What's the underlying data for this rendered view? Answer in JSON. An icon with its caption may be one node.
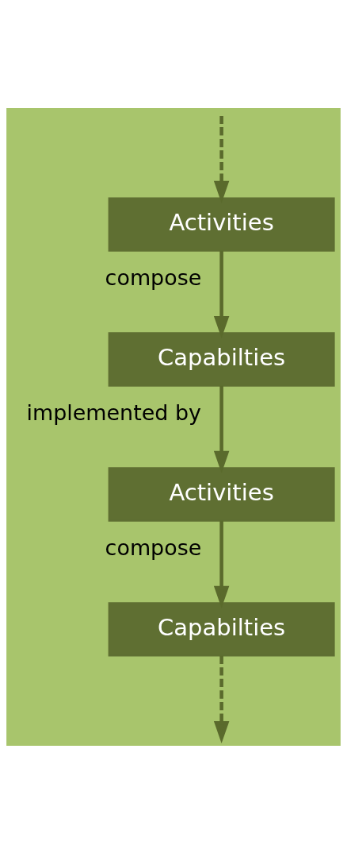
{
  "diagram": {
    "nodes": [
      {
        "text": [
          "Activities"
        ]
      },
      {
        "text": [
          "Capabilties"
        ]
      },
      {
        "text": [
          "Activities"
        ]
      },
      {
        "text": [
          "Capabilties"
        ]
      }
    ],
    "edges": [
      {
        "from": null,
        "to": 0,
        "arrow": "to",
        "style": "dashed"
      },
      {
        "from": 0,
        "to": 1,
        "arrow": "to",
        "label": "compose"
      },
      {
        "from": 1,
        "to": 2,
        "arrow": "to",
        "label": "implemented by"
      },
      {
        "from": 2,
        "to": 3,
        "arrow": "to",
        "label": "compose"
      },
      {
        "from": 3,
        "to": null,
        "arrow": "to",
        "style": "dashed"
      }
    ]
  }
}
